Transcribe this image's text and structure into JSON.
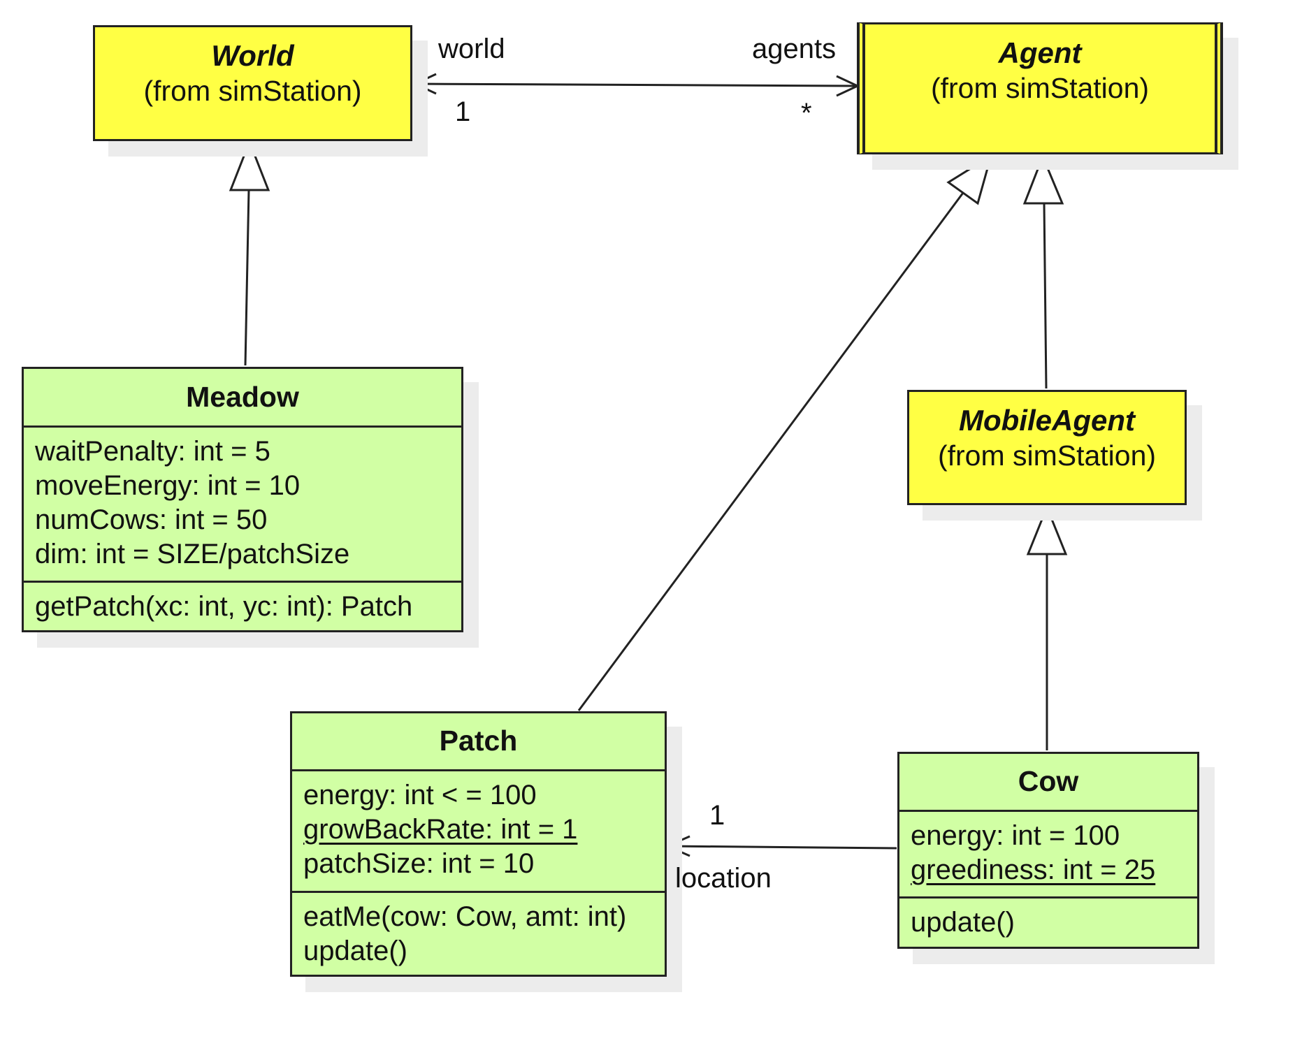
{
  "external_classes": {
    "world": {
      "name": "World",
      "origin": "(from simStation)"
    },
    "agent": {
      "name": "Agent",
      "origin": "(from simStation)"
    },
    "mobile_agent": {
      "name": "MobileAgent",
      "origin": "(from simStation)"
    }
  },
  "classes": {
    "meadow": {
      "name": "Meadow",
      "attributes": [
        {
          "text": "waitPenalty: int = 5",
          "static": false
        },
        {
          "text": "moveEnergy: int = 10",
          "static": false
        },
        {
          "text": "numCows: int = 50",
          "static": false
        },
        {
          "text": "dim: int = SIZE/patchSize",
          "static": false
        }
      ],
      "operations": [
        "getPatch(xc: int, yc: int): Patch"
      ]
    },
    "patch": {
      "name": "Patch",
      "attributes": [
        {
          "text": "energy: int < = 100",
          "static": false
        },
        {
          "text": "growBackRate: int = 1",
          "static": true
        },
        {
          "text": "patchSize: int = 10",
          "static": false
        }
      ],
      "operations": [
        "eatMe(cow: Cow, amt: int)",
        "update()"
      ]
    },
    "cow": {
      "name": "Cow",
      "attributes": [
        {
          "text": "energy: int = 100",
          "static": false
        },
        {
          "text": "greediness: int = 25",
          "static": true
        }
      ],
      "operations": [
        "update()"
      ]
    }
  },
  "associations": {
    "world_agents": {
      "world_role": "world",
      "world_multiplicity": "1",
      "agents_role": "agents",
      "agents_multiplicity": "*"
    },
    "cow_patch": {
      "role": "location",
      "multiplicity": "1"
    }
  },
  "colors": {
    "external_fill": "#ffff44",
    "class_fill": "#d1ffa4",
    "stroke": "#222222",
    "shadow": "#ececec"
  }
}
